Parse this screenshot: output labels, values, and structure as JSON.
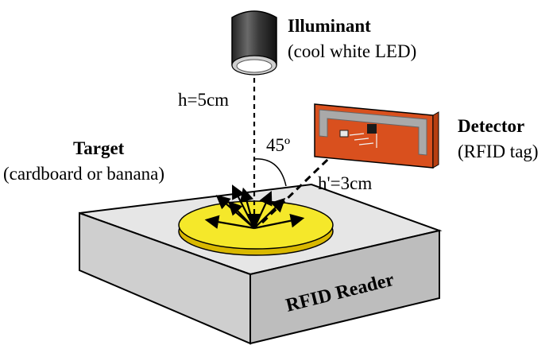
{
  "labels": {
    "illuminant_title": "Illuminant",
    "illuminant_sub": "(cool white LED)",
    "detector_title": "Detector",
    "detector_sub": "(RFID tag)",
    "target_title": "Target",
    "target_sub": "(cardboard or banana)",
    "height_illuminant": "h=5cm",
    "height_detector": "h'=3cm",
    "angle": "45º",
    "reader": "RFID Reader"
  },
  "colors": {
    "box_top": "#e6e6e6",
    "box_front": "#c8c8c8",
    "box_side": "#d6d6d6",
    "target_disc": "#f5e82a",
    "target_edge": "#d9b800",
    "pcb": "#d9501e",
    "pcb_dark": "#b73f12",
    "antenna": "#a9a9a9",
    "lamp": "#3a3a3a"
  },
  "icons": {
    "illuminant": "led-lamp-icon",
    "detector": "rfid-tag-board-icon"
  }
}
